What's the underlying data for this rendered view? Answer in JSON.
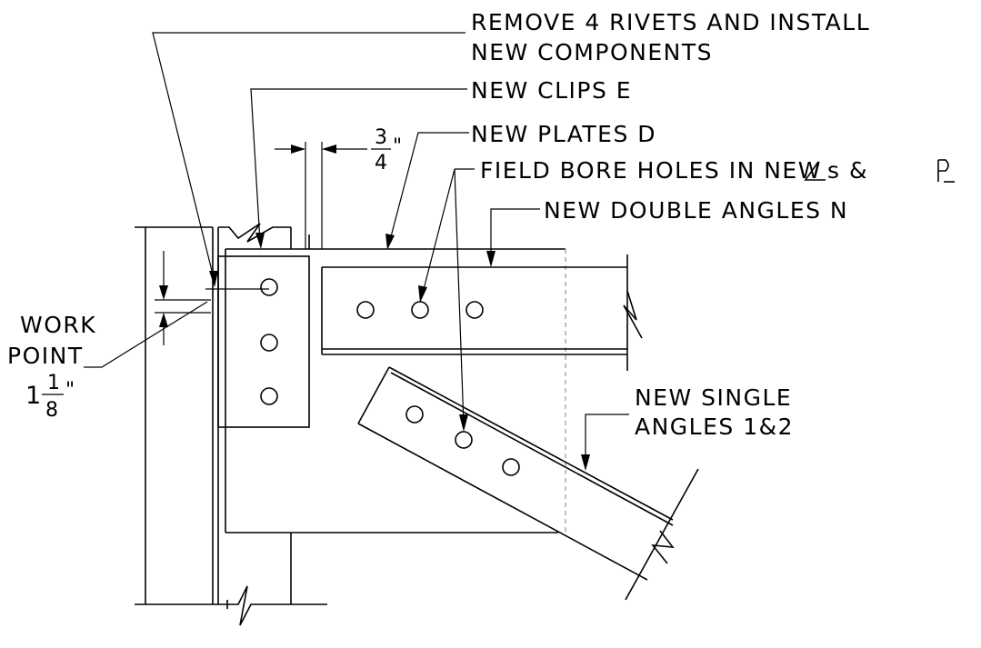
{
  "callouts": {
    "remove_rivets_line1": "REMOVE 4 RIVETS AND INSTALL",
    "remove_rivets_line2": "NEW COMPONENTS",
    "new_clips": "NEW CLIPS E",
    "new_plates": "NEW PLATES D",
    "field_bore": "FIELD BORE HOLES IN NEW",
    "field_bore_suffix": "s &",
    "new_double_angles": "NEW DOUBLE ANGLES N",
    "single_angles_line1": "NEW SINGLE",
    "single_angles_line2": "ANGLES 1&2"
  },
  "work_point": {
    "line1": "WORK",
    "line2": "POINT",
    "dim_whole": "1",
    "dim_num": "1",
    "dim_den": "8",
    "dim_unit": "\""
  },
  "gap_dim": {
    "num": "3",
    "den": "4",
    "unit": "\""
  }
}
